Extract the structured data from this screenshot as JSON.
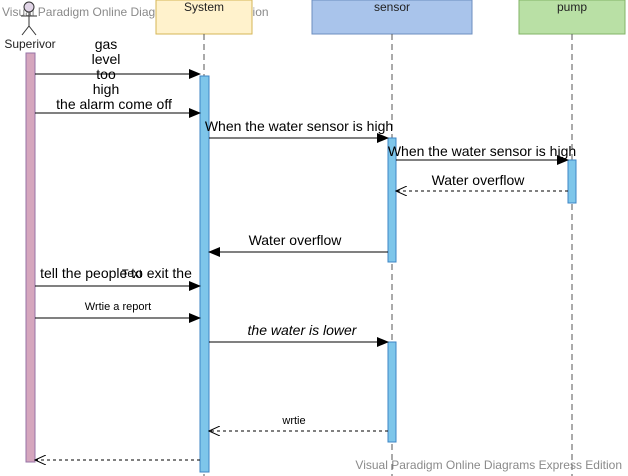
{
  "watermarks": {
    "top": "Visual Paradigm Online Diagrams Express Edition",
    "bottom": "Visual Paradigm Online Diagrams Express Edition"
  },
  "actor": {
    "label": "Superivor",
    "bar_color": "#d5a6bd"
  },
  "participants": {
    "system": {
      "label": "System",
      "fill": "#fff2cc",
      "stroke": "#d6b656"
    },
    "sensor": {
      "label": "sensor",
      "fill": "#a9c4eb",
      "stroke": "#6c8ebf"
    },
    "pump": {
      "label": "pump",
      "fill": "#b9e0a5",
      "stroke": "#82b366"
    }
  },
  "activation_color": "#7ec6ea",
  "messages": {
    "gas_level": [
      "gas",
      "level",
      "too",
      "high"
    ],
    "alarm": "the alarm come off",
    "water_sensor_1": "When the  water sensor is  high",
    "water_sensor_2": "When the  water sensor is  high",
    "overflow_return": "Water overflow",
    "overflow_back": "Water overflow",
    "tell_people": "tell the people to exit the",
    "text_overlay": "Text",
    "report": "Wrtie a report",
    "water_lower": "the water is lower",
    "wrtie": "wrtie"
  }
}
